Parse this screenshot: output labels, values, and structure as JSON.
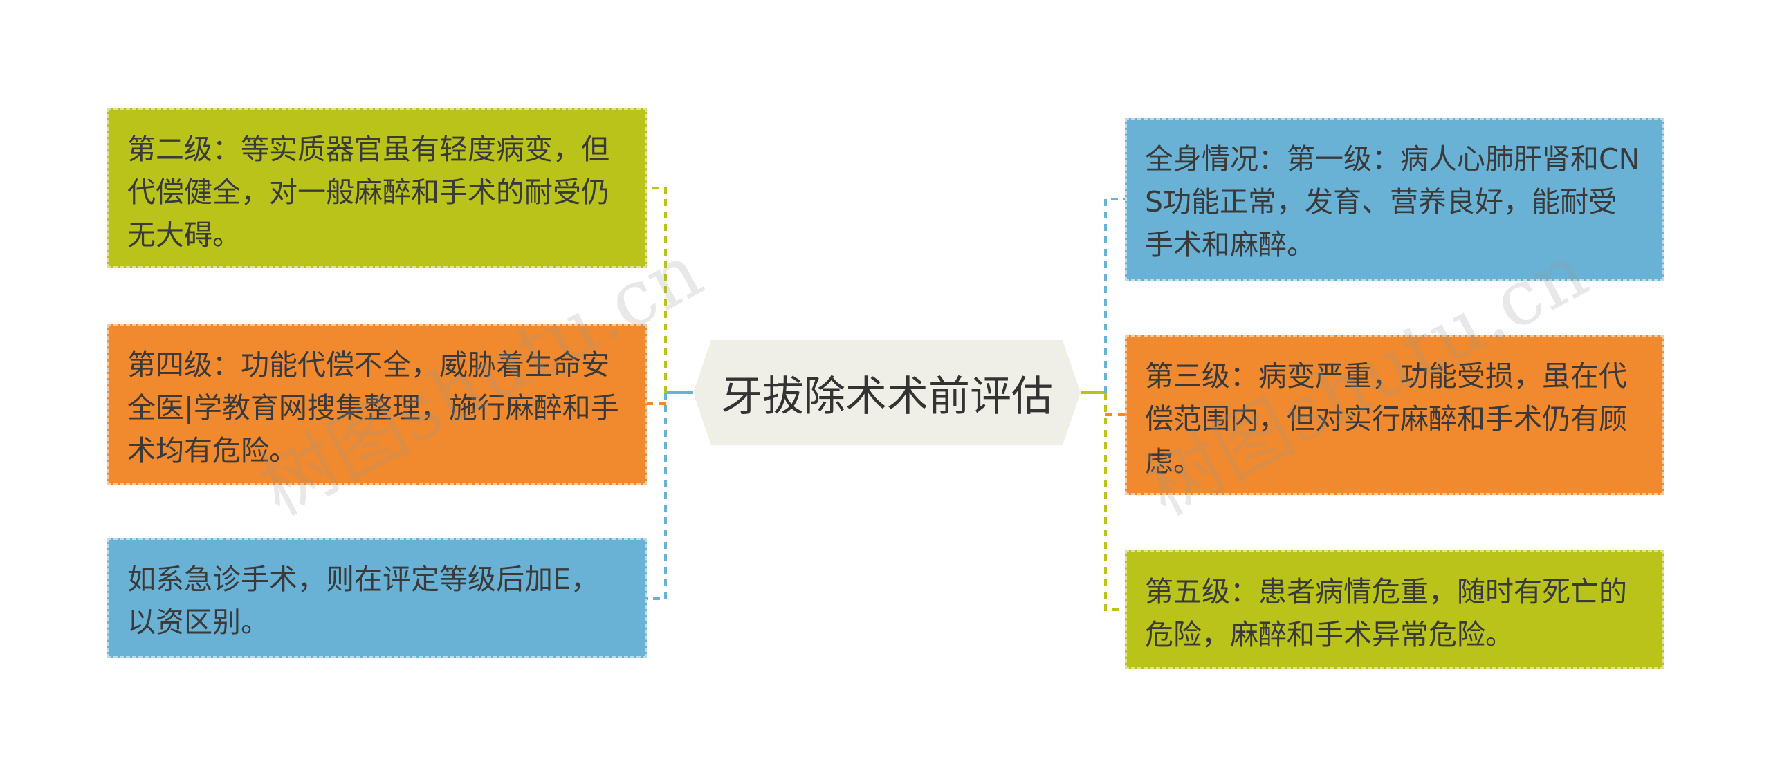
{
  "root": {
    "label": "牙拔除术术前评估"
  },
  "left_nodes": [
    {
      "text": "第二级：等实质器官虽有轻度病变，但代偿健全，对一般麻醉和手术的耐受仍无大碍。",
      "color": "#b9c31a"
    },
    {
      "text": "第四级：功能代偿不全，威胁着生命安全医|学教育网搜集整理，施行麻醉和手术均有危险。",
      "color": "#f18a2e"
    },
    {
      "text": "如系急诊手术，则在评定等级后加E，以资区别。",
      "color": "#69b2d5"
    }
  ],
  "right_nodes": [
    {
      "text": "全身情况：第一级：病人心肺肝肾和CNS功能正常，发育、营养良好，能耐受手术和麻醉。",
      "color": "#69b2d5"
    },
    {
      "text": "第三级：病变严重，功能受损，虽在代偿范围内，但对实行麻醉和手术仍有顾虑。",
      "color": "#f18a2e"
    },
    {
      "text": "第五级：患者病情危重，随时有死亡的危险，麻醉和手术异常危险。",
      "color": "#b9c31a"
    }
  ],
  "watermark": {
    "left": "树图shutu.cn",
    "right": "树图shutu.cn"
  }
}
